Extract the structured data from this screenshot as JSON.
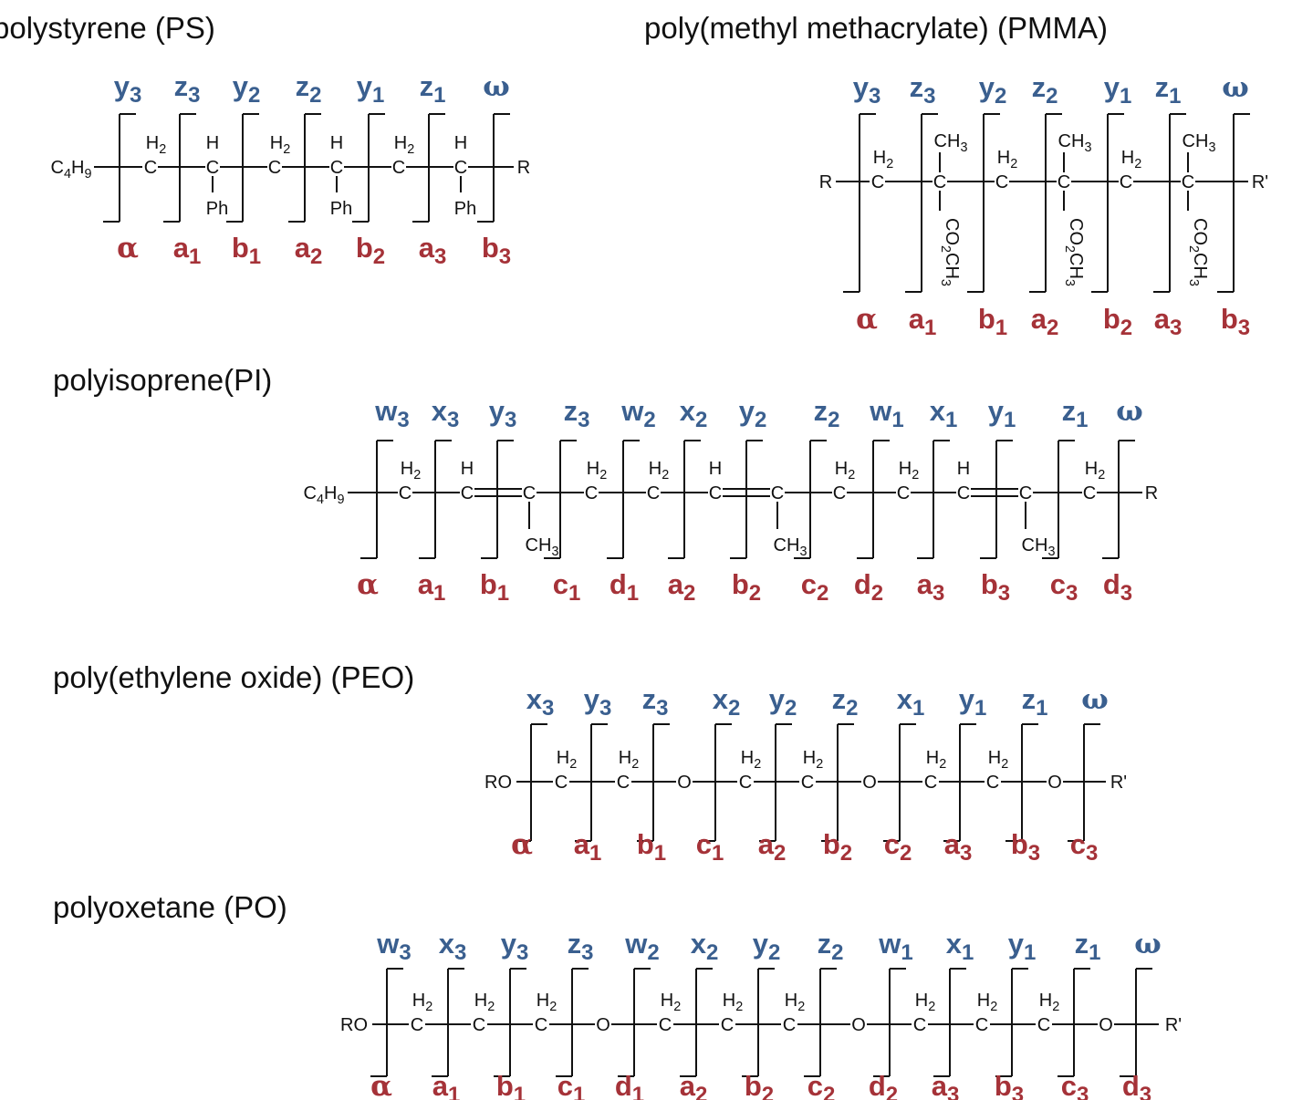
{
  "polymers": [
    {
      "id": "ps",
      "name": "polystyrene (PS)",
      "top_labels": [
        "y3",
        "z3",
        "y2",
        "z2",
        "y1",
        "z1",
        "ω"
      ],
      "bottom_labels": [
        "α",
        "a1",
        "b1",
        "a2",
        "b2",
        "a3",
        "b3"
      ],
      "structure": {
        "left_end": "C4H9",
        "right_end": "R",
        "units": [
          "C H2",
          "C H / Ph",
          "C H2",
          "C H / Ph",
          "C H2",
          "C H / Ph"
        ]
      }
    },
    {
      "id": "pmma",
      "name": "poly(methyl methacrylate) (PMMA)",
      "top_labels": [
        "y3",
        "z3",
        "y2",
        "z2",
        "y1",
        "z1",
        "ω"
      ],
      "bottom_labels": [
        "α",
        "a1",
        "b1",
        "a2",
        "b2",
        "a3",
        "b3"
      ],
      "structure": {
        "left_end": "R",
        "right_end": "R'",
        "units": [
          "C H2",
          "C CH3 / CO2CH3",
          "C H2",
          "C CH3 / CO2CH3",
          "C H2",
          "C CH3 / CO2CH3"
        ]
      }
    },
    {
      "id": "pi",
      "name": "polyisoprene(PI)",
      "top_labels": [
        "w3",
        "x3",
        "y3",
        "z3",
        "w2",
        "x2",
        "y2",
        "z2",
        "w1",
        "x1",
        "y1",
        "z1",
        "ω"
      ],
      "bottom_labels": [
        "α",
        "a1",
        "b1",
        "c1",
        "d1",
        "a2",
        "b2",
        "c2",
        "d2",
        "a3",
        "b3",
        "c3",
        "d3"
      ],
      "structure": {
        "left_end": "C4H9",
        "right_end": "R"
      }
    },
    {
      "id": "peo",
      "name": "poly(ethylene oxide) (PEO)",
      "top_labels": [
        "x3",
        "y3",
        "z3",
        "x2",
        "y2",
        "z2",
        "x1",
        "y1",
        "z1",
        "ω"
      ],
      "bottom_labels": [
        "α",
        "a1",
        "b1",
        "c1",
        "a2",
        "b2",
        "c2",
        "a3",
        "b3",
        "c3"
      ],
      "structure": {
        "left_end": "RO",
        "right_end": "R'"
      }
    },
    {
      "id": "po",
      "name": "polyoxetane (PO)",
      "top_labels": [
        "w3",
        "x3",
        "y3",
        "z3",
        "w2",
        "x2",
        "y2",
        "z2",
        "w1",
        "x1",
        "y1",
        "z1",
        "ω"
      ],
      "bottom_labels": [
        "α",
        "a1",
        "b1",
        "c1",
        "d1",
        "a2",
        "b2",
        "c2",
        "d2",
        "a3",
        "b3",
        "c3",
        "d3"
      ],
      "structure": {
        "left_end": "RO",
        "right_end": "R'"
      }
    }
  ],
  "colors": {
    "top_label": "#3a5f8f",
    "bottom_label": "#a53238",
    "structure": "#111111"
  },
  "atoms": {
    "C": "C",
    "H": "H",
    "H2": "H2",
    "O": "O",
    "Ph": "Ph",
    "CH3": "CH3",
    "CO2CH3": "CO2CH3",
    "C4H9": "C4H9",
    "R": "R",
    "Rp": "R'",
    "RO": "RO"
  }
}
